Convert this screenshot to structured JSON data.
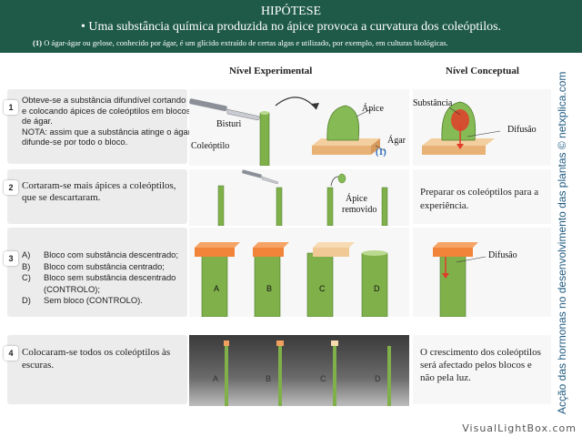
{
  "header": {
    "title": "HIPÓTESE",
    "subtitle": "• Uma substância química produzida no ápice provoca a curvatura dos coleóptilos.",
    "note_num": "(1)",
    "note": "O ágar-ágar ou gelose, conhecido por ágar, é um glícido extraído de certas algas e utilizado, por exemplo, em culturas biológicas."
  },
  "columns": {
    "experimental": "Nível Experimental",
    "conceptual": "Nível Conceptual"
  },
  "rows": [
    {
      "num": "1",
      "text": "Obteve-se a substância difundível cortando e colocando ápices de coleóptilos em blocos de ágar.",
      "note": "NOTA: assim que a substância atinge o ágar difunde-se por todo o bloco.",
      "labels": {
        "bisturi": "Bisturi",
        "coleoptilo": "Coleóptilo",
        "apice": "Ápice",
        "agar": "Ágar",
        "agar_ref": "(1)"
      },
      "concept_labels": {
        "substancia": "Substância",
        "difusao": "Difusão"
      }
    },
    {
      "num": "2",
      "text": "Cortaram-se mais ápices a coleóptilos, que se descartaram.",
      "labels": {
        "apice_removido_1": "Ápice",
        "apice_removido_2": "removido"
      },
      "concept_text": "Preparar os coleóptilos para a experiência."
    },
    {
      "num": "3",
      "options": [
        {
          "key": "A)",
          "text": "Bloco com substância descentrado;"
        },
        {
          "key": "B)",
          "text": "Bloco com substância centrado;"
        },
        {
          "key": "C)",
          "text": "Bloco sem substância descentrado (CONTROLO);"
        },
        {
          "key": "D)",
          "text": "Sem bloco (CONTROLO)."
        }
      ],
      "letters": [
        "A",
        "B",
        "C",
        "D"
      ],
      "concept_labels": {
        "difusao": "Difusão"
      }
    },
    {
      "num": "4",
      "text": "Colocaram-se todos os coleóptilos às escuras.",
      "letters": [
        "A",
        "B",
        "C",
        "D"
      ],
      "concept_text": "O crescimento dos coleóptilos será afectado pelos blocos e não pela luz."
    }
  ],
  "side_text": "Acção das hormonas no desenvolvimento das plantas © netxplica.com",
  "watermark": "VisualLightBox.com",
  "colors": {
    "header": "#1f5a49",
    "stem": "#7fb04a",
    "agar": "#e8b277",
    "agar_orange": "#f2843a",
    "dark": "#333333",
    "side_text": "#1f5a80"
  }
}
